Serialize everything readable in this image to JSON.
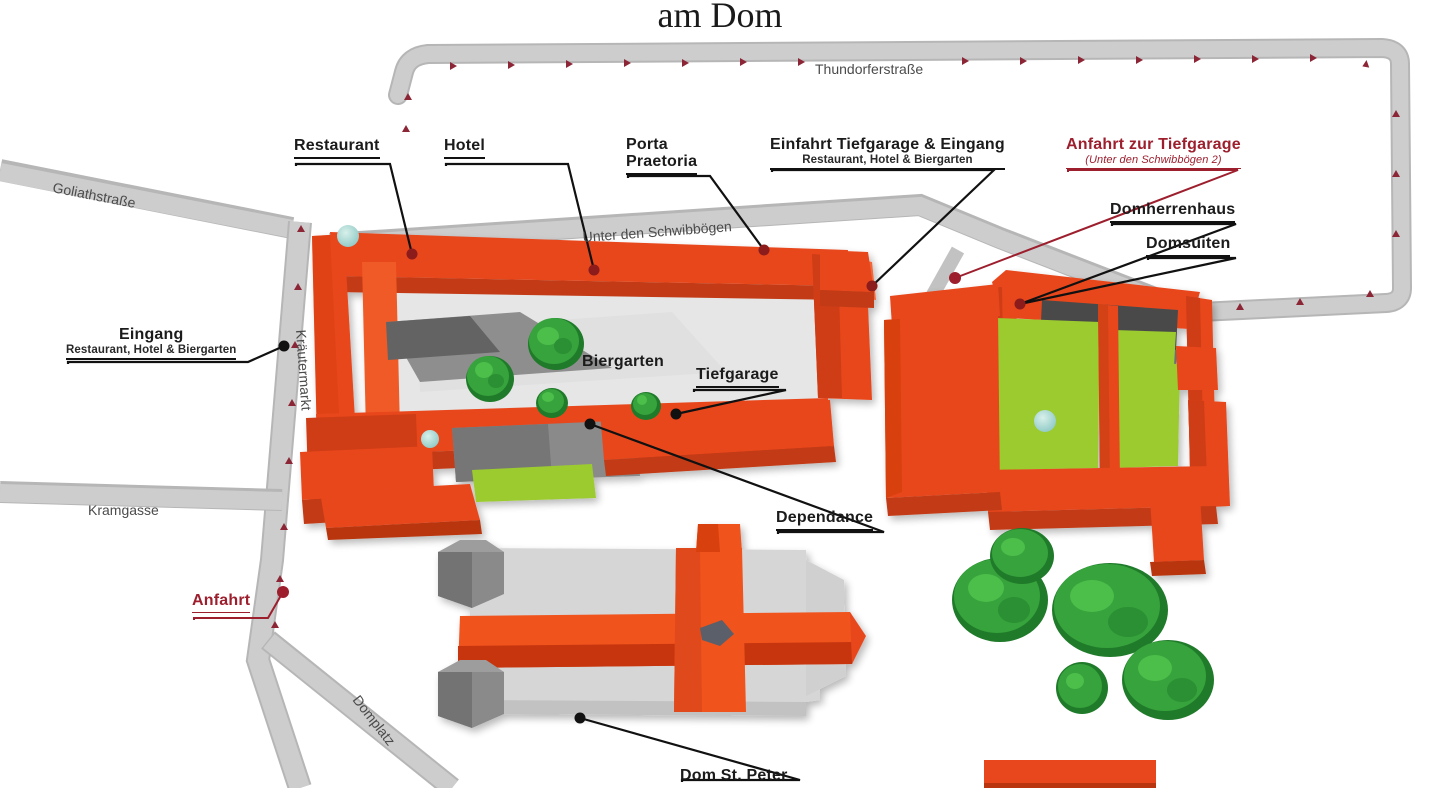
{
  "title": "am Dom",
  "map": {
    "type": "illustrated-site-plan",
    "colors": {
      "building": "#e8461c",
      "building_shade": "#c23a15",
      "building_dark": "#b8350f",
      "roof_gray": "#4a4a4a",
      "roof_gray_light": "#6e6e6e",
      "courtyard": "#e2e2e2",
      "lawn": "#9bcb2e",
      "tree": "#37a33c",
      "tree_dark": "#1f7a2a",
      "road": "#c9c9c9",
      "road_edge": "#b0b0b0",
      "arrow_red": "#8c2636",
      "label_red": "#9d1f2e",
      "label_black": "#1b1b1b",
      "pond": "#a9d9d4"
    },
    "streets": [
      {
        "name": "Thundorferstraße",
        "orientation": "horizontal"
      },
      {
        "name": "Goliathstraße",
        "orientation": "diagonal"
      },
      {
        "name": "Unter den Schwibbögen",
        "orientation": "diagonal"
      },
      {
        "name": "Kräutermarkt",
        "orientation": "vertical"
      },
      {
        "name": "Kramgasse",
        "orientation": "horizontal"
      },
      {
        "name": "Domplatz",
        "orientation": "diagonal"
      }
    ],
    "labels": [
      {
        "id": "restaurant",
        "main": "Restaurant",
        "sub": "",
        "color": "black"
      },
      {
        "id": "hotel",
        "main": "Hotel",
        "sub": "",
        "color": "black"
      },
      {
        "id": "porta-praetoria",
        "main": "Porta\nPraetoria",
        "line1": "Porta",
        "line2": "Praetoria",
        "sub": "",
        "color": "black"
      },
      {
        "id": "einfahrt-tiefgarage",
        "main": "Einfahrt Tiefgarage & Eingang",
        "sub": "Restaurant, Hotel & Biergarten",
        "color": "black"
      },
      {
        "id": "anfahrt-zur-tiefgarage",
        "main": "Anfahrt zur Tiefgarage",
        "sub": "(Unter den Schwibbögen 2)",
        "color": "red"
      },
      {
        "id": "domherrenhaus",
        "main": "Domherrenhaus",
        "sub": "",
        "color": "black"
      },
      {
        "id": "domsuiten",
        "main": "Domsuiten",
        "sub": "",
        "color": "black"
      },
      {
        "id": "eingang",
        "main": "Eingang",
        "sub": "Restaurant, Hotel & Biergarten",
        "color": "black"
      },
      {
        "id": "biergarten",
        "main": "Biergarten",
        "sub": "",
        "color": "black"
      },
      {
        "id": "tiefgarage",
        "main": "Tiefgarage",
        "sub": "",
        "color": "black"
      },
      {
        "id": "dependance",
        "main": "Dependance",
        "sub": "",
        "color": "black"
      },
      {
        "id": "anfahrt",
        "main": "Anfahrt",
        "sub": "",
        "color": "red"
      },
      {
        "id": "dom-st-peter",
        "main": "Dom St. Peter",
        "sub": "",
        "color": "black"
      }
    ]
  }
}
